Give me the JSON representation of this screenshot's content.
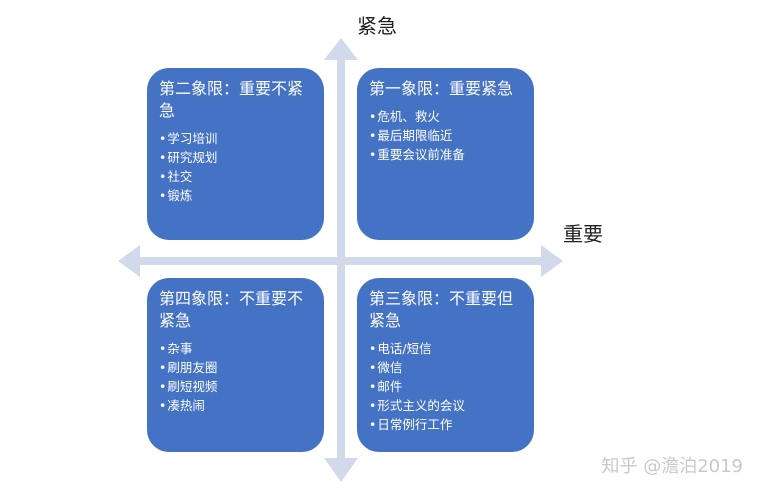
{
  "axes": {
    "vertical_label": "紧急",
    "horizontal_label": "重要",
    "arrow_color": "#D2D9EA"
  },
  "quadrants": [
    {
      "title": "第二象限：重要不紧急",
      "items": [
        "学习培训",
        "研究规划",
        "社交",
        "锻炼"
      ]
    },
    {
      "title": "第一象限：重要紧急",
      "items": [
        "危机、救火",
        "最后期限临近",
        "重要会议前准备"
      ]
    },
    {
      "title": "第四象限：不重要不紧急",
      "items": [
        "杂事",
        "刷朋友圈",
        "刷短视频",
        "凑热闹"
      ]
    },
    {
      "title": "第三象限：不重要但紧急",
      "items": [
        "电话/短信",
        "微信",
        "邮件",
        "形式主义的会议",
        "日常例行工作"
      ]
    }
  ],
  "quadrant_color": "#4472C4",
  "watermark": "知乎 @澹泊2019"
}
